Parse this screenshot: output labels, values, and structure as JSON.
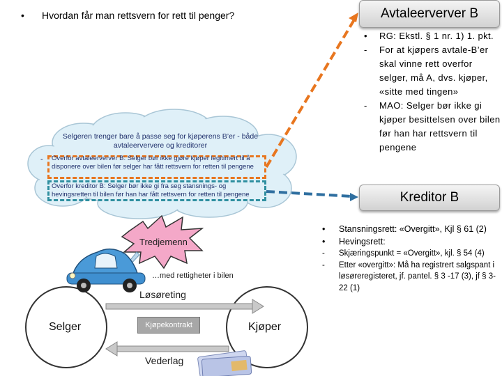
{
  "question": {
    "bullet": "•",
    "text": "Hvordan får man rettsvern for rett til penger?"
  },
  "avtale": {
    "title": "Avtaleerverver B",
    "lines": [
      {
        "marker": "•",
        "text": "RG: Ekstl. § 1 nr. 1) 1. pkt."
      },
      {
        "marker": "-",
        "text": "For at kjøpers avtale-B’er skal vinne rett overfor selger, må A, dvs. kjøper, «sitte med tingen»"
      },
      {
        "marker": "-",
        "text": "MAO: Selger bør ikke gi kjøper besittelsen over bilen før han har rettsvern til pengene"
      }
    ]
  },
  "kreditor": {
    "title": "Kreditor B",
    "lines": [
      {
        "marker": "•",
        "text": "Stansningsrett: «Overgitt», Kjl § 61 (2)"
      },
      {
        "marker": "•",
        "text": "Hevingsrett:"
      },
      {
        "marker": "-",
        "text": "Skjæringspunkt = «Overgitt», kjl. § 54 (4)"
      },
      {
        "marker": "-",
        "text": "Etter «overgitt»: Må ha registrert salgspant i løsøreregisteret, jf. pantel. § 3 -17 (3), jf § 3-22 (1)"
      }
    ]
  },
  "cloud": {
    "main": "Selgeren trenger bare å passe seg for kjøperens B’er - både avtaleerververe og kreditorer",
    "dash": "-",
    "orange_text": "Overfor avtaleerverver B: Selger bør ikke gjøre kjøper legitimert til å disponere over bilen før selger har fått rettsvern for retten til pengene",
    "teal_text": "Overfor kreditor B: Selger bør ikke gi fra seg stansnings- og hevingsretten til bilen før han har fått rettsvern for retten til pengene"
  },
  "diagram": {
    "burst_label": "Tredjemenn",
    "car_label": "…med rettigheter i bilen",
    "losoreting": "Løsøreting",
    "selger": "Selger",
    "kjoper": "Kjøper",
    "kontrakt": "Kjøpekontrakt",
    "vederlag": "Vederlag"
  },
  "colors": {
    "orange": "#e8761f",
    "teal": "#2f8fa0",
    "cloud": "#dff0f8",
    "cloud_stroke": "#a9c6d6"
  }
}
